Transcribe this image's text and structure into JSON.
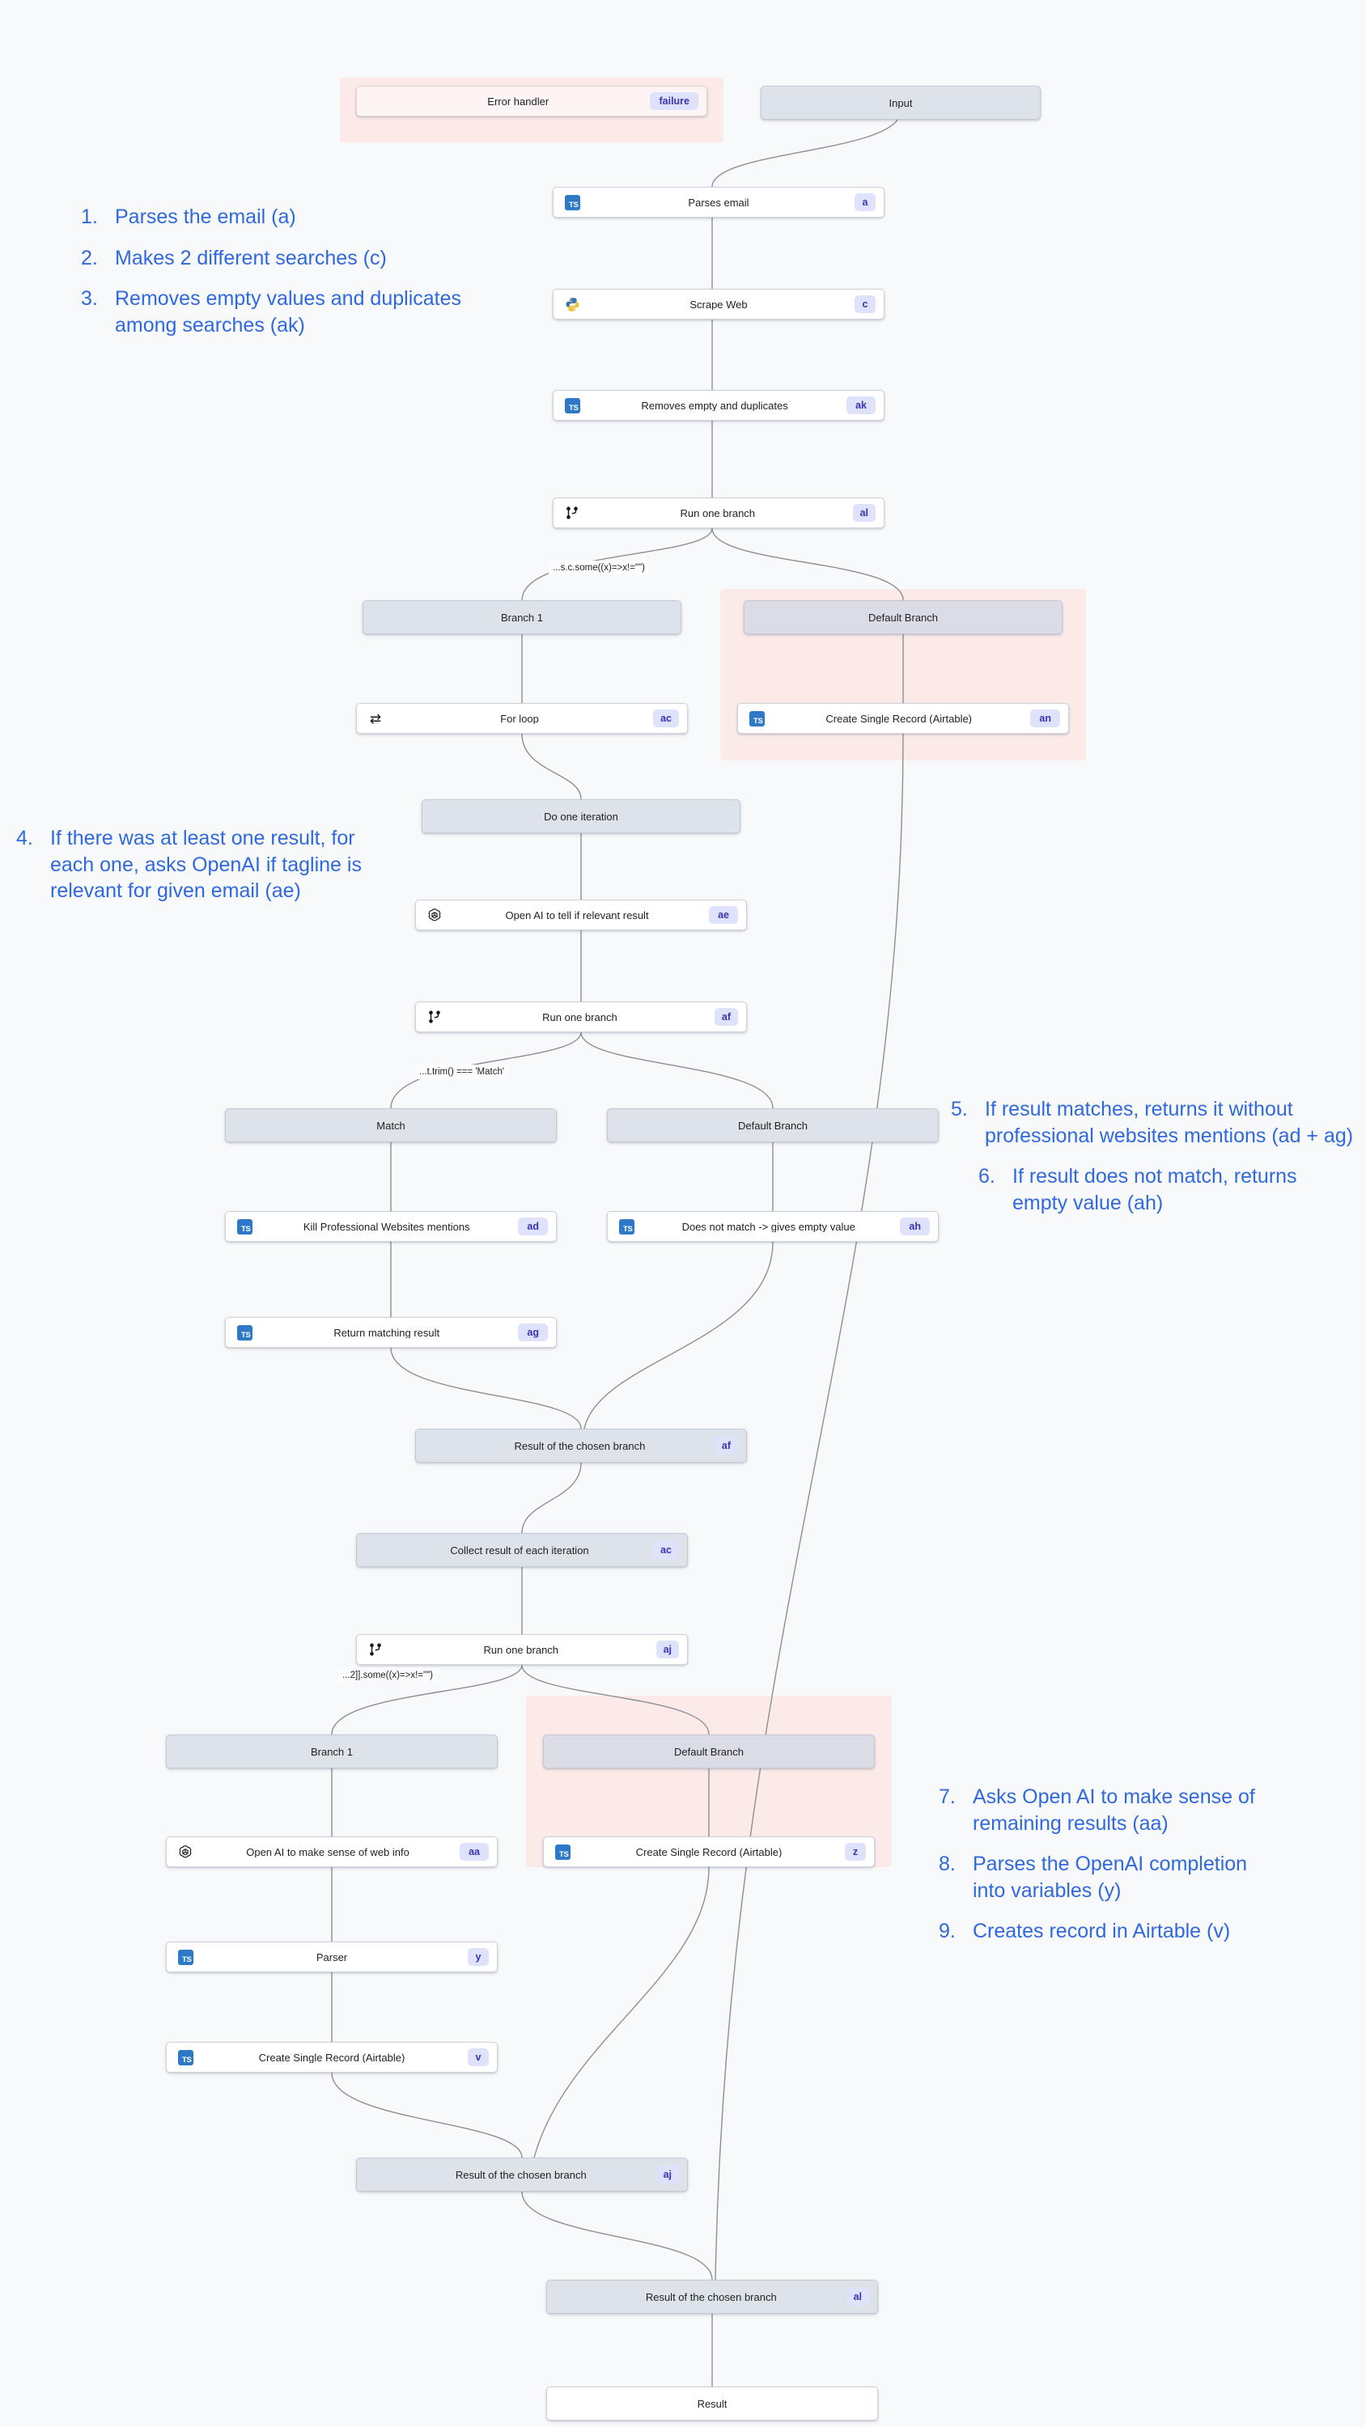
{
  "canvas": {
    "background": "#f7f9fb",
    "accent_blue": "#3069de",
    "badge_bg": "#dfe2fb",
    "badge_text": "#3b33b5",
    "error_band": "#fbeae8"
  },
  "nodes": [
    {
      "id": "error_handler",
      "label": "Error handler",
      "badge": "failure",
      "icon": "none",
      "style": "error"
    },
    {
      "id": "input",
      "label": "Input",
      "badge": "",
      "icon": "none",
      "style": "step"
    },
    {
      "id": "parses_email",
      "label": "Parses email",
      "badge": "a",
      "icon": "ts",
      "style": "white"
    },
    {
      "id": "scrape_web",
      "label": "Scrape Web",
      "badge": "c",
      "icon": "python",
      "style": "white"
    },
    {
      "id": "removes_empty",
      "label": "Removes empty and duplicates",
      "badge": "ak",
      "icon": "ts",
      "style": "white"
    },
    {
      "id": "run_branch_al",
      "label": "Run one branch",
      "badge": "al",
      "icon": "branch",
      "style": "white"
    },
    {
      "id": "branch1_top",
      "label": "Branch 1",
      "badge": "",
      "icon": "none",
      "style": "step"
    },
    {
      "id": "default_top",
      "label": "Default Branch",
      "badge": "",
      "icon": "none",
      "style": "default"
    },
    {
      "id": "for_loop",
      "label": "For loop",
      "badge": "ac",
      "icon": "loop",
      "style": "white"
    },
    {
      "id": "airtable_an",
      "label": "Create Single Record (Airtable)",
      "badge": "an",
      "icon": "ts",
      "style": "white"
    },
    {
      "id": "do_one_iter",
      "label": "Do one iteration",
      "badge": "",
      "icon": "none",
      "style": "step"
    },
    {
      "id": "openai_ae",
      "label": "Open AI to tell if relevant result",
      "badge": "ae",
      "icon": "openai",
      "style": "white"
    },
    {
      "id": "run_branch_af",
      "label": "Run one branch",
      "badge": "af",
      "icon": "branch",
      "style": "white"
    },
    {
      "id": "match",
      "label": "Match",
      "badge": "",
      "icon": "none",
      "style": "step"
    },
    {
      "id": "default_mid",
      "label": "Default Branch",
      "badge": "",
      "icon": "none",
      "style": "step"
    },
    {
      "id": "kill_mentions",
      "label": "Kill Professional Websites mentions",
      "badge": "ad",
      "icon": "ts",
      "style": "white"
    },
    {
      "id": "no_match",
      "label": "Does not match -> gives empty value",
      "badge": "ah",
      "icon": "ts",
      "style": "white"
    },
    {
      "id": "return_match",
      "label": "Return matching result",
      "badge": "ag",
      "icon": "ts",
      "style": "white"
    },
    {
      "id": "result_af",
      "label": "Result of the chosen branch",
      "badge": "af",
      "icon": "none",
      "style": "step"
    },
    {
      "id": "collect_iter",
      "label": "Collect result of each iteration",
      "badge": "ac",
      "icon": "none",
      "style": "step"
    },
    {
      "id": "run_branch_aj",
      "label": "Run one branch",
      "badge": "aj",
      "icon": "branch",
      "style": "white"
    },
    {
      "id": "branch1_bot",
      "label": "Branch 1",
      "badge": "",
      "icon": "none",
      "style": "step"
    },
    {
      "id": "default_bot",
      "label": "Default Branch",
      "badge": "",
      "icon": "none",
      "style": "default"
    },
    {
      "id": "openai_aa",
      "label": "Open AI to make sense of web info",
      "badge": "aa",
      "icon": "openai",
      "style": "white"
    },
    {
      "id": "airtable_z",
      "label": "Create Single Record (Airtable)",
      "badge": "z",
      "icon": "ts",
      "style": "white"
    },
    {
      "id": "parser_y",
      "label": "Parser",
      "badge": "y",
      "icon": "ts",
      "style": "white"
    },
    {
      "id": "airtable_v",
      "label": "Create Single Record (Airtable)",
      "badge": "v",
      "icon": "ts",
      "style": "white"
    },
    {
      "id": "result_aj",
      "label": "Result of the chosen branch",
      "badge": "aj",
      "icon": "none",
      "style": "step"
    },
    {
      "id": "result_al",
      "label": "Result of the chosen branch",
      "badge": "al",
      "icon": "none",
      "style": "step"
    },
    {
      "id": "result_final",
      "label": "Result",
      "badge": "",
      "icon": "none",
      "style": "white"
    }
  ],
  "conditions": [
    {
      "id": "cond_al",
      "text": "...s.c.some((x)=>x!=\"\")"
    },
    {
      "id": "cond_af",
      "text": "...t.trim() === 'Match'"
    },
    {
      "id": "cond_aj",
      "text": "...2]].some((x)=>x!=\"\")"
    }
  ],
  "annotations_left": [
    {
      "num": "1.",
      "text": "Parses the email (a)"
    },
    {
      "num": "2.",
      "text": "Makes 2 different searches (c)"
    },
    {
      "num": "3.",
      "text": "Removes empty values and duplicates among searches (ak)"
    },
    {
      "num": "4.",
      "text": "If there was at least one result, for each one, asks OpenAI if tagline is relevant for given email (ae)"
    }
  ],
  "annotations_right_mid": [
    {
      "num": "5.",
      "text": "If result matches, returns it without professional websites mentions (ad + ag)"
    },
    {
      "num": "6.",
      "text": "If result does not match, returns empty value (ah)"
    }
  ],
  "annotations_right_bottom": [
    {
      "num": "7.",
      "text": "Asks Open AI to make sense of remaining results (aa)"
    },
    {
      "num": "8.",
      "text": "Parses the OpenAI completion into variables (y)"
    },
    {
      "num": "9.",
      "text": "Creates record in Airtable (v)"
    }
  ]
}
